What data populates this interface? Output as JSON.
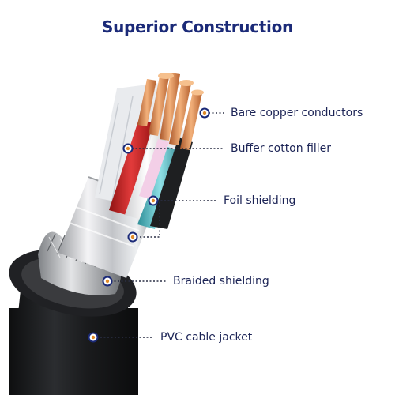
{
  "title": "Superior Construction",
  "colors": {
    "title": "#1b2a78",
    "label": "#1c2456",
    "dot_ring": "#1b2a78",
    "jacket": "#151618",
    "copper": "#d9874f",
    "red_wire": "#cc1f1f",
    "teal_wire": "#4ab8c0"
  },
  "callouts": [
    {
      "id": "bare-copper-conductors",
      "label": "Bare copper conductors"
    },
    {
      "id": "buffer-cotton-filler",
      "label": "Buffer cotton filler"
    },
    {
      "id": "foil-shielding",
      "label": "Foil shielding"
    },
    {
      "id": "braided-shielding",
      "label": "Braided shielding"
    },
    {
      "id": "pvc-cable-jacket",
      "label": "PVC cable jacket"
    }
  ]
}
